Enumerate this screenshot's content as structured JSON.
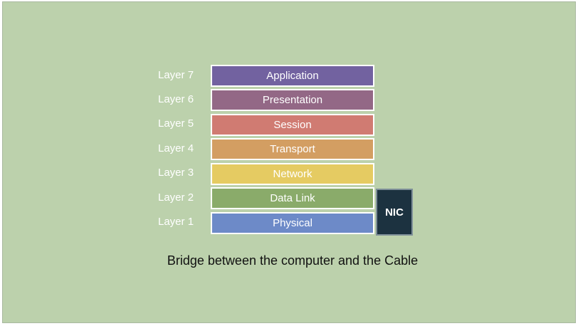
{
  "layers": [
    {
      "label": "Layer 7",
      "name": "Application",
      "color": "#7262a0"
    },
    {
      "label": "Layer 6",
      "name": "Presentation",
      "color": "#936886"
    },
    {
      "label": "Layer 5",
      "name": "Session",
      "color": "#d07b72"
    },
    {
      "label": "Layer 4",
      "name": "Transport",
      "color": "#d39e62"
    },
    {
      "label": "Layer 3",
      "name": "Network",
      "color": "#e5cb62"
    },
    {
      "label": "Layer 2",
      "name": "Data Link",
      "color": "#8aab6a"
    },
    {
      "label": "Layer 1",
      "name": "Physical",
      "color": "#6d8ac8"
    }
  ],
  "nic": {
    "label": "NIC",
    "color": "#1c3240"
  },
  "caption": "Bridge between the computer and the Cable",
  "background_color": "#bcd1ac"
}
